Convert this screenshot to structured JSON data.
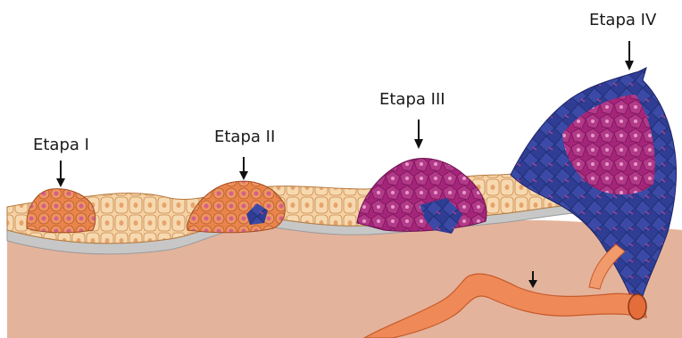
{
  "stages": [
    {
      "label": "Etapa I"
    },
    {
      "label": "Etapa II"
    },
    {
      "label": "Etapa III"
    },
    {
      "label": "Etapa IV"
    }
  ],
  "colors": {
    "background": "#ffffff",
    "connective_tissue": "#e4b39c",
    "basement_membrane": "#c7c7c7",
    "normal_cells": "#f6d2a4",
    "dysplastic_cells": "#e9844a",
    "carcinoma_cells": "#a5257b",
    "invasive_cells": "#3a4aa6",
    "blood_vessel": "#ef8a58"
  },
  "icons": [
    "down-arrow-icon"
  ]
}
